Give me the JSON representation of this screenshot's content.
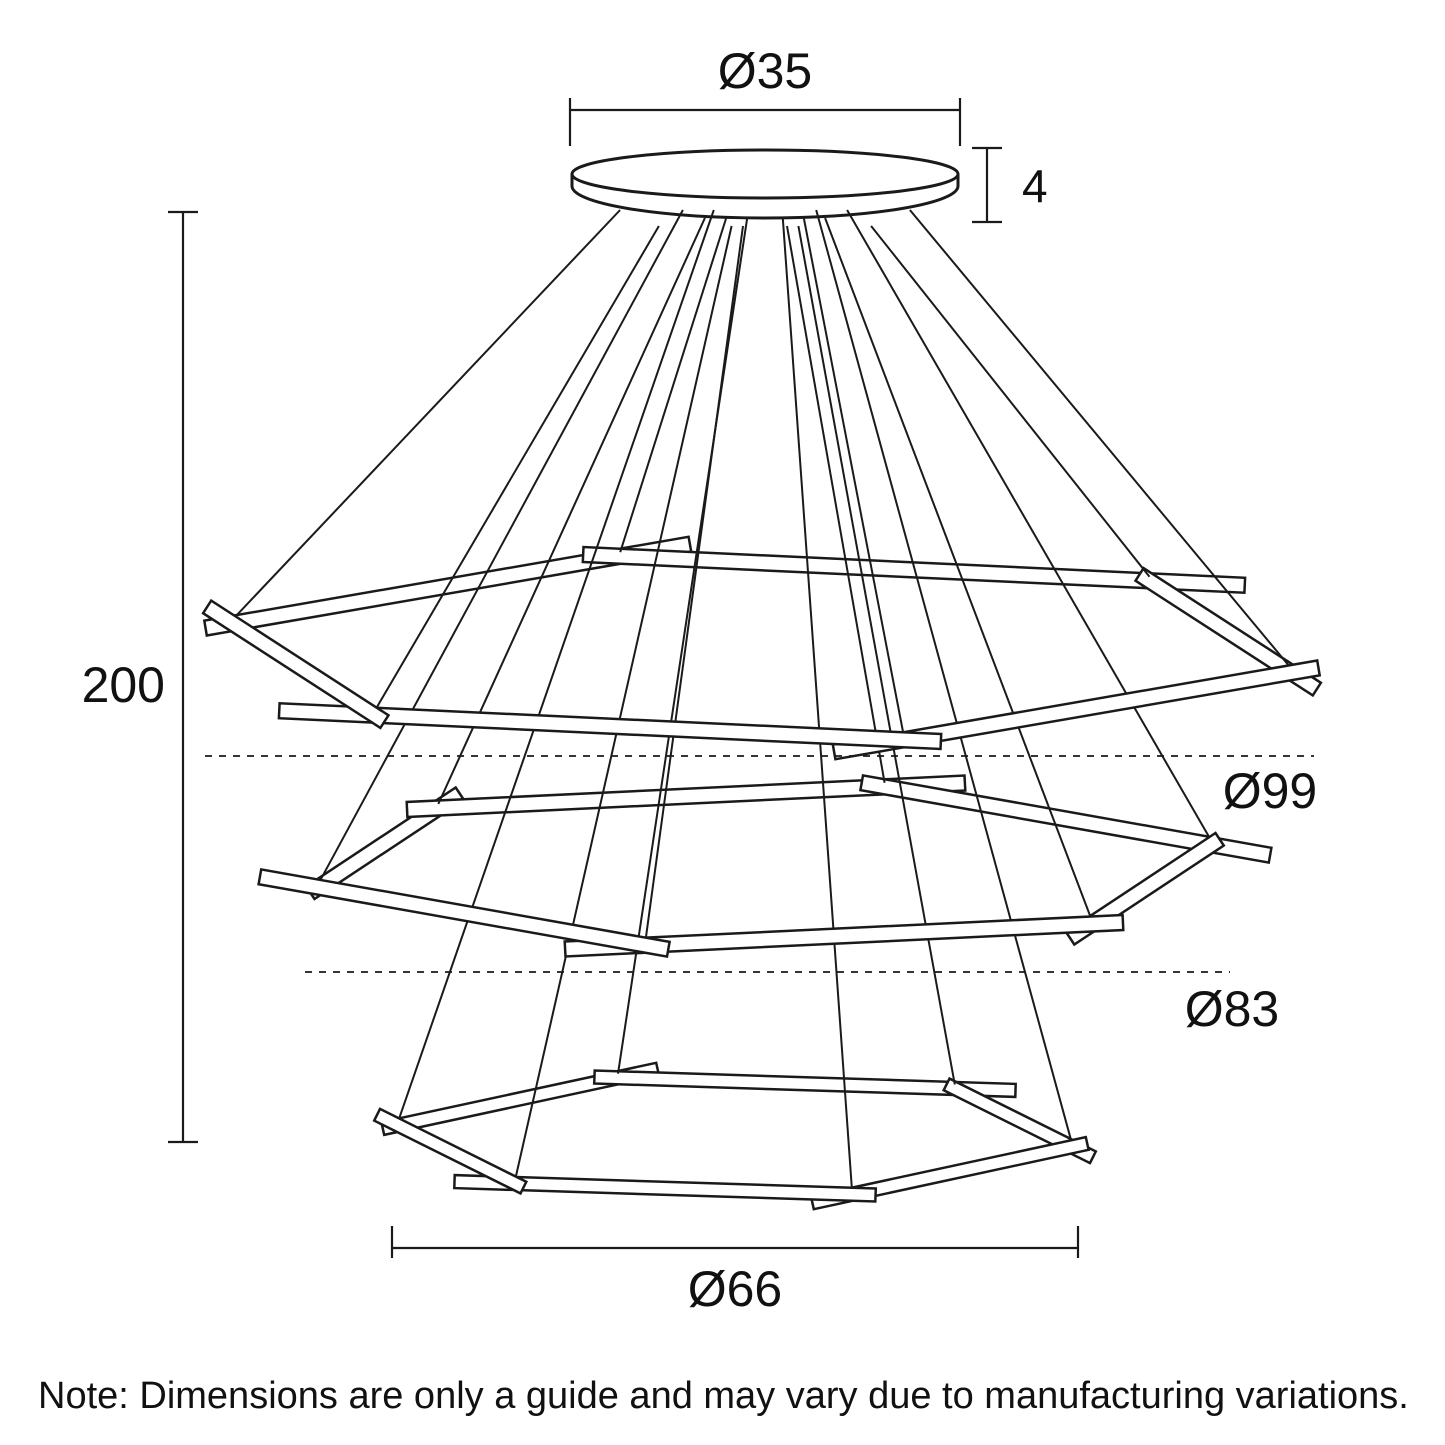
{
  "diagram": {
    "type": "pendant-light-dimension-drawing",
    "dimensions": {
      "canopy_diameter": "Ø35",
      "canopy_height": "4",
      "overall_height": "200",
      "tier1_diameter": "Ø99",
      "tier2_diameter": "Ø83",
      "tier3_diameter": "Ø66"
    },
    "note": "Note: Dimensions are only a guide and may vary due to manufacturing variations.",
    "colors": {
      "ink": "#1a1a1a",
      "background": "#ffffff"
    }
  }
}
